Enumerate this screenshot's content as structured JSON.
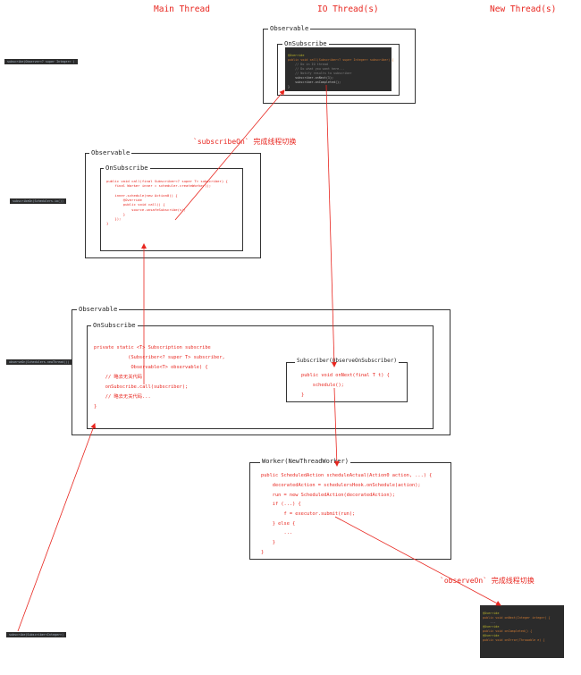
{
  "headers": {
    "main": "Main Thread",
    "io": "IO Thread(s)",
    "new": "New Thread(s)"
  },
  "side_labels": [
    "subscribe(Observer<? super Integer> )",
    "subscribeOn(Schedulers.io())",
    "observeOn(Schedulers.newThread())",
    "subscribe(Subscriber<Integer>)"
  ],
  "box_top": {
    "observable_title": "Observable",
    "onsubscribe_title": "OnSubscribe",
    "code": [
      "@Override",
      "public void call(Subscriber<? super Integer> subscriber) {",
      "    // Do in IO thread",
      "    // Do what you want here...",
      "",
      "    // Notify results to subscriber",
      "    subscriber.onNext(1);",
      "    subscriber.onCompleted();",
      "}"
    ]
  },
  "box_subscribeon": {
    "observable_title": "Observable",
    "onsubscribe_title": "OnSubscribe",
    "code": [
      "public void call(final Subscriber<? super T> subscriber) {",
      "    final Worker inner = scheduler.createWorker();",
      "",
      "    inner.schedule(new Action0() {",
      "        @Override",
      "        public void call() {",
      "            source.unsafeSubscribe(s);",
      "        }",
      "    });",
      "}"
    ]
  },
  "box_observeon": {
    "observable_title": "Observable",
    "onsubscribe_title": "OnSubscribe",
    "code": [
      "private static <T> Subscription subscribe",
      "            (Subscriber<? super T> subscriber,",
      "             Observable<T> observable) {",
      "    // 略去无关代码",
      "    onSubscribe.call(subscriber);",
      "    // 略去无关代码...",
      "}"
    ],
    "subscriber_title": "Subscriber(ObserveOnSubscriber)",
    "subscriber_code": [
      "public void onNext(final T t) {",
      "    schedule();",
      "}"
    ]
  },
  "box_worker": {
    "title": "Worker(NewThreadWorker)",
    "code": [
      "public ScheduledAction scheduleActual(Action0 action, ...) {",
      "    decoratedAction = schedulersHook.onSchedule(action);",
      "    run = new ScheduledAction(decoratedAction);",
      "    if (...) {",
      "        f = executor.submit(run);",
      "    } else {",
      "        ...",
      "    }",
      "}"
    ]
  },
  "bottom_panel": {
    "code": [
      "@Override",
      "public void onNext(Integer integer) {",
      "    ...",
      "",
      "@Override",
      "public void onCompleted() {",
      "",
      "",
      "@Override",
      "public void onError(Throwable e) {"
    ]
  },
  "notes": {
    "subscribeon": "`subscribeOn` 完成线程切换",
    "observeon": "`observeOn` 完成线程切换"
  },
  "colors": {
    "accent": "#e8261f",
    "code_bg": "#2b2b2b",
    "border": "#333333"
  }
}
